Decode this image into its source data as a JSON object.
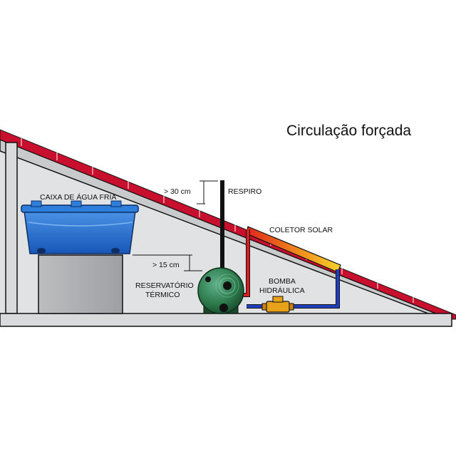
{
  "title": "Circulação forçada",
  "labels": {
    "tank": "CAIXA DE ÁGUA FRIA",
    "gap_30": "> 30 cm",
    "vent": "RESPIRO",
    "collector": "COLETOR SOLAR",
    "gap_15": "> 15 cm",
    "reservoir_line1": "RESERVATÓRIO",
    "reservoir_line2": "TÉRMICO",
    "pump_line1": "BOMBA",
    "pump_line2": "HIDRÁULICA"
  },
  "colors": {
    "roof_red": "#c8102e",
    "tank_blue": "#1f6fd1",
    "reservoir_green": "#2f7d4f",
    "hot_pipe": "#d81e1e",
    "cold_pipe": "#1f3fbf",
    "pump_orange": "#e8a21a",
    "structure_gray": "#d9dadc"
  }
}
